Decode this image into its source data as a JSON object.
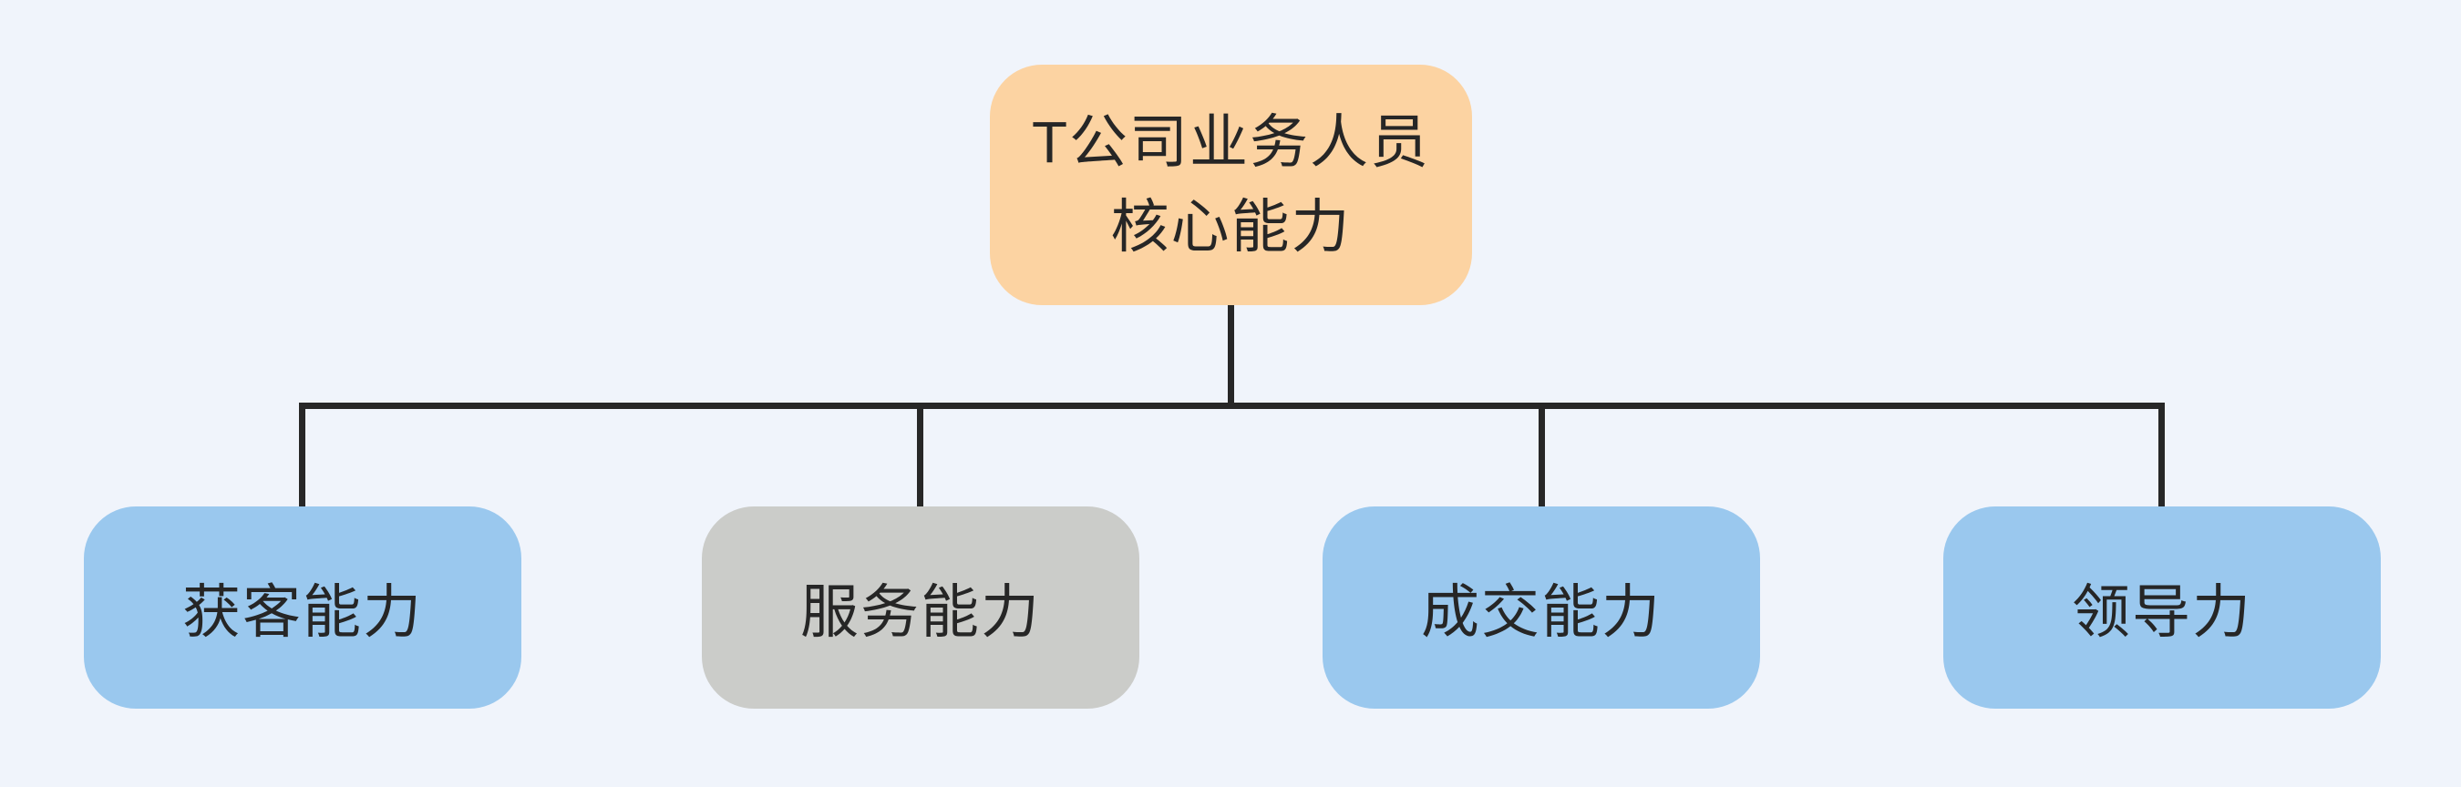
{
  "colors": {
    "background": "#F0F4FB",
    "connector_line": "#272727",
    "node_text": "#262626",
    "root_node_fill": "#FCD3A2",
    "child_node_fill_blue": "#9AC8EE",
    "child_node_fill_gray": "#CBCCC9"
  },
  "diagram": {
    "type": "org-chart",
    "root": {
      "label": "T公司业务人员核心能力",
      "lines": [
        "T公司业务人员",
        "核心能力"
      ],
      "fill": "#FCD3A2"
    },
    "children": [
      {
        "label": "获客能力",
        "fill": "#9AC8EE"
      },
      {
        "label": "服务能力",
        "fill": "#CBCCC9"
      },
      {
        "label": "成交能力",
        "fill": "#9AC8EE"
      },
      {
        "label": "领导力",
        "fill": "#9AC8EE"
      }
    ]
  }
}
